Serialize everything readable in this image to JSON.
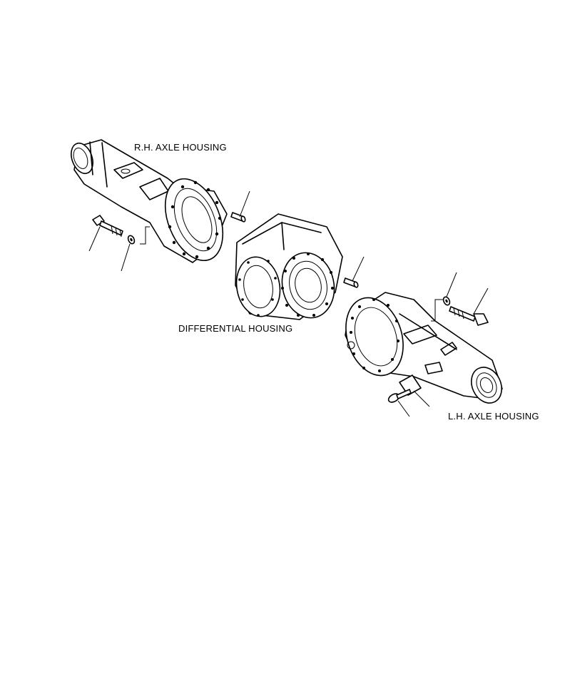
{
  "labels": {
    "rh_axle_housing": "R.H. AXLE HOUSING",
    "differential_housing": "DIFFERENTIAL HOUSING",
    "lh_axle_housing": "L.H. AXLE HOUSING"
  }
}
